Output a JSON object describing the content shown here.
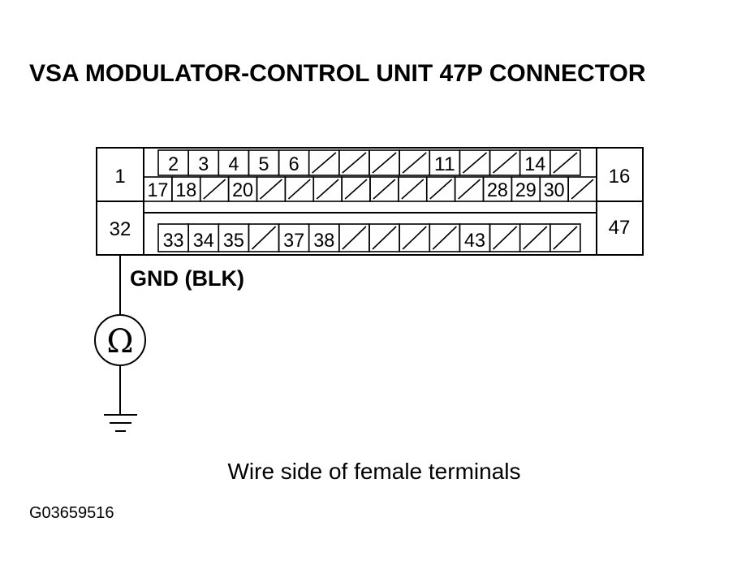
{
  "title": "VSA MODULATOR-CONTROL UNIT 47P CONNECTOR",
  "connector": {
    "left_top": "1",
    "left_bottom": "32",
    "right_top": "16",
    "right_bottom": "47",
    "row1": [
      "2",
      "3",
      "4",
      "5",
      "6",
      "",
      "",
      "",
      "",
      "11",
      "",
      "",
      "14",
      ""
    ],
    "row2": [
      "17",
      "18",
      "",
      "20",
      "",
      "",
      "",
      "",
      "",
      "",
      "",
      "",
      "28",
      "29",
      "30",
      ""
    ],
    "row3": [
      "33",
      "34",
      "35",
      "",
      "37",
      "38",
      "",
      "",
      "",
      "",
      "43",
      "",
      "",
      ""
    ]
  },
  "ground_label": "GND (BLK)",
  "meter_symbol": "Ω",
  "caption": "Wire side of female terminals",
  "figure_code": "G03659516"
}
